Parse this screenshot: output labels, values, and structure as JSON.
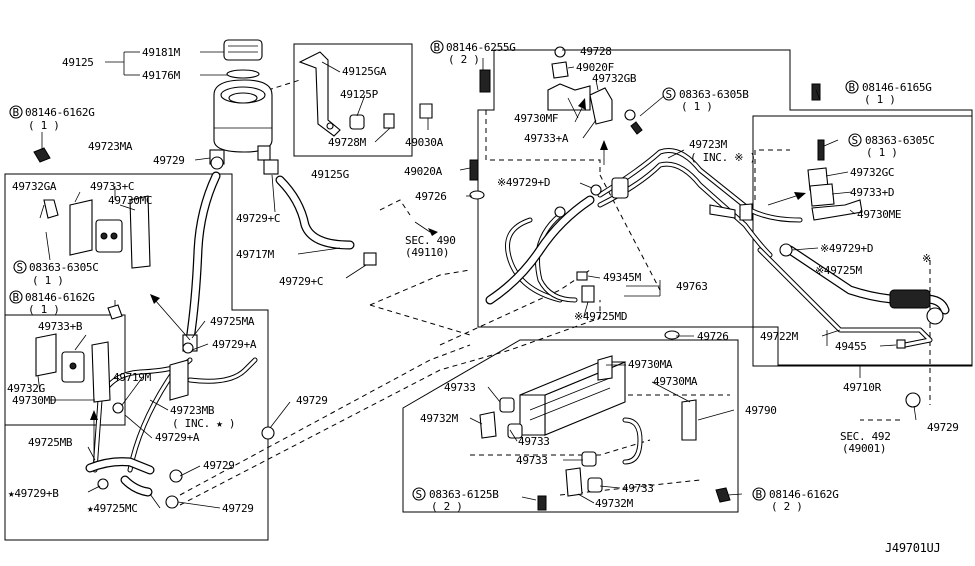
{
  "diagram_code": "J49701UJ",
  "labels": {
    "p49181M": "49181M",
    "p49176M": "49176M",
    "p49125": "49125",
    "b08146_6162G_a": "08146-6162G",
    "q1_a": "( 1 )",
    "p49723MA": "49723MA",
    "p49729_tank": "49729",
    "p49732GA": "49732GA",
    "p49733C": "49733+C",
    "p49730MC": "49730MC",
    "s08363_6305C": "08363-6305C",
    "q1_b": "( 1 )",
    "b08146_6162G_b": "08146-6162G",
    "q1_c": "( 1 )",
    "p49733B": "49733+B",
    "p49732G": "49732G",
    "p49730MD": "49730MD",
    "p49725MB": "49725MB",
    "p49729B": "★49729+B",
    "p49725MC": "★49725MC",
    "p49725MA": "49725MA",
    "p49729A_1": "49729+A",
    "p49719M": "49719M",
    "p49723MB": "49723MB",
    "inc_star": "( INC. ★ )",
    "p49729A_2": "49729+A",
    "p49729_mid": "49729",
    "p49729_low1": "49729",
    "p49729_low2": "49729",
    "p49125GA": "49125GA",
    "p49125P": "49125P",
    "p49728M": "49728M",
    "p49030A": "49030A",
    "p49125G": "49125G",
    "p49729C_1": "49729+C",
    "p49717M": "49717M",
    "p49729C_2": "49729+C",
    "sec490": "SEC. 490",
    "sec490_sub": "(49110)",
    "b08146_6255G": "08146-6255G",
    "q2_a": "( 2 )",
    "p49728": "49728",
    "p49020F": "49020F",
    "p49732GB": "49732GB",
    "p49730MF": "49730MF",
    "p49733A": "49733+A",
    "s08363_6305B": "08363-6305B",
    "q1_d": "( 1 )",
    "b08146_6165G": "08146-6165G",
    "q1_e": "( 1 )",
    "p49723M": "49723M",
    "inc_mark": "( INC. ※ )",
    "p49020A": "49020A",
    "p49729D_1": "※49729+D",
    "p49726_1": "49726",
    "s08363_6305C_r": "08363-6305C",
    "q1_f": "( 1 )",
    "p49732GC": "49732GC",
    "p49733D": "49733+D",
    "p49730ME": "49730ME",
    "p49729D_2": "※49729+D",
    "p49725M": "※49725M",
    "p49345M": "49345M",
    "p49763": "49763",
    "p49725MD": "※49725MD",
    "p49726_2": "49726",
    "p49722M": "49722M",
    "p49455": "49455",
    "p49710R": "49710R",
    "p49730MA_1": "49730MA",
    "p49730MA_2": "49730MA",
    "p49733_1": "49733",
    "p49732M_1": "49732M",
    "p49733_2": "49733",
    "p49733_3": "49733",
    "p49733_4": "49733",
    "p49790": "49790",
    "s08363_6125B": "08363-6125B",
    "q2_b": "( 2 )",
    "p49732M_2": "49732M",
    "b08146_6162G_c": "08146-6162G",
    "q2_c": "( 2 )",
    "sec492": "SEC. 492",
    "sec492_sub": "(49001)",
    "p49729_sec": "49729",
    "mark_asterisk": "※"
  },
  "markers": {
    "bolt_b": "B",
    "screw_s": "S"
  }
}
